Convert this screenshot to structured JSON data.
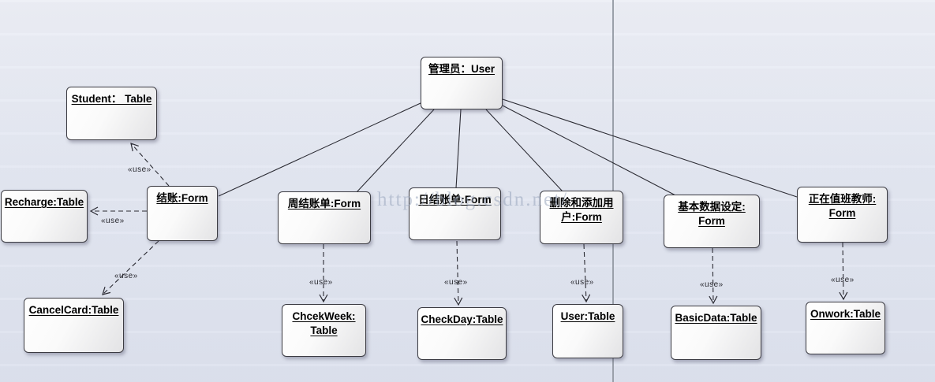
{
  "diagram": {
    "title_hint": "UML collaboration diagram",
    "use_label": "«use»",
    "watermark": "http://blog.csdn.net/",
    "colors": {
      "background": "#e4e8f2",
      "node_fill": "#ffffff",
      "node_border": "#3b3b42",
      "line": "#2b2b33",
      "divider": "#9aa0aa",
      "watermark": "#9aa6bd"
    },
    "nodes": {
      "admin": {
        "label": "管理员：User"
      },
      "student": {
        "label": "Student： Table"
      },
      "recharge": {
        "label": "Recharge:Table"
      },
      "settle": {
        "label": "结账:Form"
      },
      "cancelcard": {
        "label": "CancelCard:Table"
      },
      "weekly": {
        "label": "周结账单:Form"
      },
      "chcekweek": {
        "label": "ChcekWeek:\nTable"
      },
      "daily": {
        "label": "日结账单:Form"
      },
      "checkday": {
        "label": "CheckDay:Table"
      },
      "usermanage": {
        "label": "删除和添加用\n户:Form"
      },
      "usertable": {
        "label": "User:Table"
      },
      "basicset": {
        "label": "基本数据设定:\nForm"
      },
      "basicdata": {
        "label": "BasicData:Table"
      },
      "onduty": {
        "label": "正在值班教师:\nForm"
      },
      "onwork": {
        "label": "Onwork:Table"
      }
    },
    "edges": [
      {
        "from": "管理员：User",
        "to": "结账:Form",
        "style": "solid"
      },
      {
        "from": "管理员：User",
        "to": "周结账单:Form",
        "style": "solid"
      },
      {
        "from": "管理员：User",
        "to": "日结账单:Form",
        "style": "solid"
      },
      {
        "from": "管理员：User",
        "to": "删除和添加用户:Form",
        "style": "solid"
      },
      {
        "from": "管理员：User",
        "to": "基本数据设定:Form",
        "style": "solid"
      },
      {
        "from": "管理员：User",
        "to": "正在值班教师:Form",
        "style": "solid"
      },
      {
        "from": "结账:Form",
        "to": "Student：Table",
        "style": "dashed",
        "stereotype": "«use»"
      },
      {
        "from": "结账:Form",
        "to": "Recharge:Table",
        "style": "dashed",
        "stereotype": "«use»"
      },
      {
        "from": "结账:Form",
        "to": "CancelCard:Table",
        "style": "dashed",
        "stereotype": "«use»"
      },
      {
        "from": "周结账单:Form",
        "to": "ChcekWeek:Table",
        "style": "dashed",
        "stereotype": "«use»"
      },
      {
        "from": "日结账单:Form",
        "to": "CheckDay:Table",
        "style": "dashed",
        "stereotype": "«use»"
      },
      {
        "from": "删除和添加用户:Form",
        "to": "User:Table",
        "style": "dashed",
        "stereotype": "«use»"
      },
      {
        "from": "基本数据设定:Form",
        "to": "BasicData:Table",
        "style": "dashed",
        "stereotype": "«use»"
      },
      {
        "from": "正在值班教师:Form",
        "to": "Onwork:Table",
        "style": "dashed",
        "stereotype": "«use»"
      }
    ]
  }
}
